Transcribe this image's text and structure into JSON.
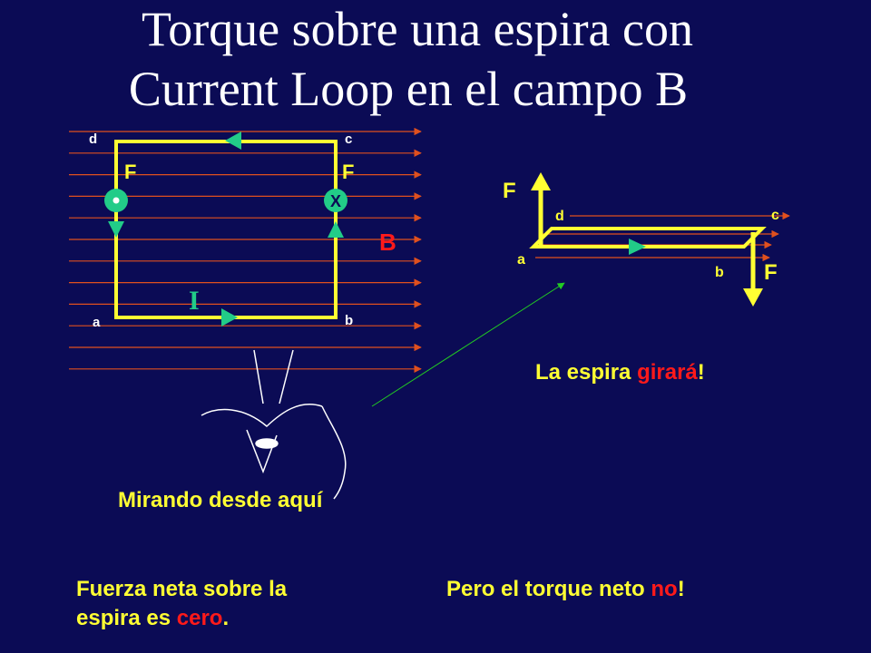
{
  "title": {
    "line1": "Torque sobre una espira con",
    "line2": "Current Loop en el campo  B"
  },
  "left_diagram": {
    "corner_d": "d",
    "corner_c": "c",
    "corner_a": "a",
    "corner_b": "b",
    "force_left": "F",
    "force_right": "F",
    "current_out_symbol": "•",
    "current_in_symbol": "X",
    "field_label": "B",
    "current_label": "I"
  },
  "right_diagram": {
    "force_top": "F",
    "force_bottom": "F",
    "corner_d": "d",
    "corner_c": "c",
    "corner_a": "a",
    "corner_b": "b"
  },
  "captions": {
    "rotate_prefix": "La espira ",
    "rotate_word": "girará",
    "rotate_suffix": "!",
    "viewpoint": "Mirando desde aquí",
    "net_force_line1": "Fuerza neta sobre la",
    "net_force_line2_prefix": "espira es ",
    "net_force_word": "cero",
    "net_force_suffix": ".",
    "torque_prefix": "Pero el torque neto ",
    "torque_word": "no",
    "torque_suffix": "!"
  },
  "colors": {
    "background": "#0b0b55",
    "field_lines": "#e0501e",
    "loop": "#ffff33",
    "arrows": "#22cc88",
    "emphasis": "#ff1a1a",
    "pointer_line": "#22cc22"
  }
}
